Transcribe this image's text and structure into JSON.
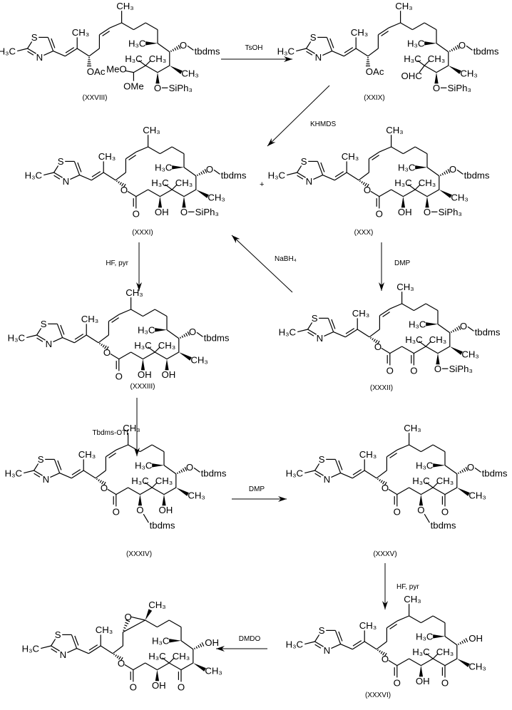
{
  "atoms": {
    "S": "S",
    "N": "N",
    "H3C": "H₃C",
    "CH3": "CH₃",
    "O": "O",
    "OH": "OH",
    "OAc": "OAc",
    "MeO": "MeO",
    "OMe": "OMe",
    "OHC": "OHC",
    "tbdms": "tbdms",
    "SiPh3": "SiPh₃"
  },
  "molecules": [
    {
      "id": "XXVIII",
      "label": "(XXVIII)",
      "form": "open-acetal",
      "c7": "otbdms",
      "c5": "osi",
      "c3": "none",
      "epoxide": false
    },
    {
      "id": "XXIX",
      "label": "(XXIX)",
      "form": "open-cho",
      "c7": "otbdms",
      "c5": "osi",
      "c3": "none",
      "epoxide": false
    },
    {
      "id": "XXXI",
      "label": "(XXXI)",
      "form": "ring",
      "c7": "otbdms",
      "c5": "osi",
      "c3": "oh",
      "epoxide": false
    },
    {
      "id": "XXX",
      "label": "(XXX)",
      "form": "ring",
      "c7": "otbdms",
      "c5": "osi",
      "c3": "oh",
      "epoxide": false
    },
    {
      "id": "XXXIII",
      "label": "(XXXIII)",
      "form": "ring",
      "c7": "otbdms",
      "c5": "oh",
      "c3": "oh",
      "epoxide": false
    },
    {
      "id": "XXXII",
      "label": "(XXXII)",
      "form": "ring",
      "c7": "otbdms",
      "c5": "osi",
      "c3": "keto",
      "epoxide": false
    },
    {
      "id": "XXXIV",
      "label": "(XXXIV)",
      "form": "ring",
      "c7": "otbdms",
      "c5": "oh",
      "c3": "otbdms",
      "epoxide": false
    },
    {
      "id": "XXXV",
      "label": "(XXXV)",
      "form": "ring",
      "c7": "otbdms",
      "c5": "keto",
      "c3": "otbdms",
      "epoxide": false
    },
    {
      "id": "XXXVI",
      "label": "(XXXVI)",
      "form": "ring",
      "c7": "oh",
      "c5": "keto",
      "c3": "oh",
      "epoxide": false
    },
    {
      "id": "final",
      "label": "",
      "form": "ring",
      "c7": "oh",
      "c5": "keto",
      "c3": "oh",
      "epoxide": true
    }
  ],
  "reagents": [
    {
      "id": "tsoh",
      "label": "TsOH"
    },
    {
      "id": "khmds",
      "label": "KHMDS"
    },
    {
      "id": "nabh4",
      "label": "NaBH₄"
    },
    {
      "id": "hf-pyr-1",
      "label": "HF, pyr"
    },
    {
      "id": "dmp-1",
      "label": "DMP"
    },
    {
      "id": "tbdms-otf",
      "label": "Tbdms-OTf"
    },
    {
      "id": "dmp-2",
      "label": "DMP"
    },
    {
      "id": "hf-pyr-2",
      "label": "HF, pyr"
    },
    {
      "id": "dmdo",
      "label": "DMDO"
    }
  ],
  "plus": "+"
}
